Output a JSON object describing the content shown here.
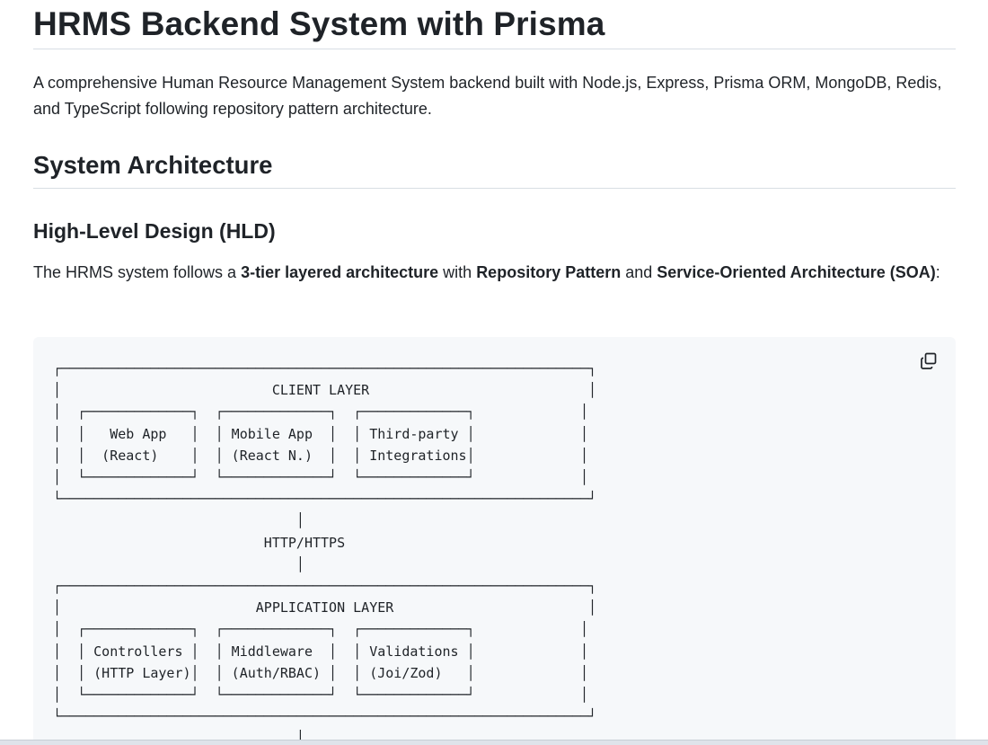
{
  "title": "HRMS Backend System with Prisma",
  "intro": "A comprehensive Human Resource Management System backend built with Node.js, Express, Prisma ORM, MongoDB, Redis, and TypeScript following repository pattern architecture.",
  "section_title": "System Architecture",
  "subsection_title": "High-Level Design (HLD)",
  "lead": {
    "t1": "The HRMS system follows a ",
    "b1": "3-tier layered architecture",
    "t2": " with ",
    "b2": "Repository Pattern",
    "t3": " and ",
    "b3": "Service-Oriented Architecture (SOA)",
    "t4": ":"
  },
  "code_block": {
    "copy_icon": "copy-icon",
    "diagram": "┌─────────────────────────────────────────────────────────────────┐\n│                          CLIENT LAYER                           │\n│  ┌─────────────┐  ┌─────────────┐  ┌─────────────┐             │\n│  │   Web App   │  │ Mobile App  │  │ Third-party │             │\n│  │  (React)    │  │ (React N.)  │  │ Integrations│             │\n│  └─────────────┘  └─────────────┘  └─────────────┘             │\n└─────────────────────────────────────────────────────────────────┘\n                              │\n                          HTTP/HTTPS\n                              │\n┌─────────────────────────────────────────────────────────────────┐\n│                        APPLICATION LAYER                        │\n│  ┌─────────────┐  ┌─────────────┐  ┌─────────────┐             │\n│  │ Controllers │  │ Middleware  │  │ Validations │             │\n│  │ (HTTP Layer)│  │ (Auth/RBAC) │  │ (Joi/Zod)   │             │\n│  └─────────────┘  └─────────────┘  └─────────────┘             │\n└─────────────────────────────────────────────────────────────────┘\n                              │"
  }
}
